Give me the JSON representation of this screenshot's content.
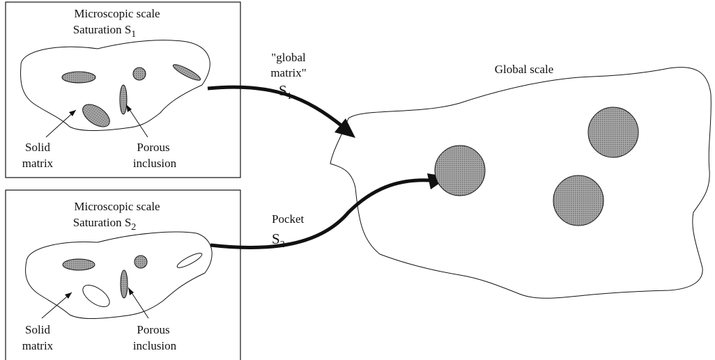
{
  "panel_top": {
    "title_line1": "Microscopic scale",
    "title_line2": "Saturation S",
    "title_sub": "1",
    "label_left_line1": "Solid",
    "label_left_line2": "matrix",
    "label_right_line1": "Porous",
    "label_right_line2": "inclusion"
  },
  "panel_bottom": {
    "title_line1": "Microscopic scale",
    "title_line2": "Saturation S",
    "title_sub": "2",
    "label_left_line1": "Solid",
    "label_left_line2": "matrix",
    "label_right_line1": "Porous",
    "label_right_line2": "inclusion"
  },
  "arrow_top": {
    "label_line1": "\"global",
    "label_line2": "matrix\"",
    "symbol": "S",
    "sub": "1"
  },
  "arrow_bottom": {
    "label": "Pocket",
    "symbol": "S",
    "sub": "2"
  },
  "global": {
    "title": "Global scale"
  },
  "colors": {
    "ink": "#111111",
    "fill_gray": "#9a9a9a",
    "background": "#ffffff"
  }
}
